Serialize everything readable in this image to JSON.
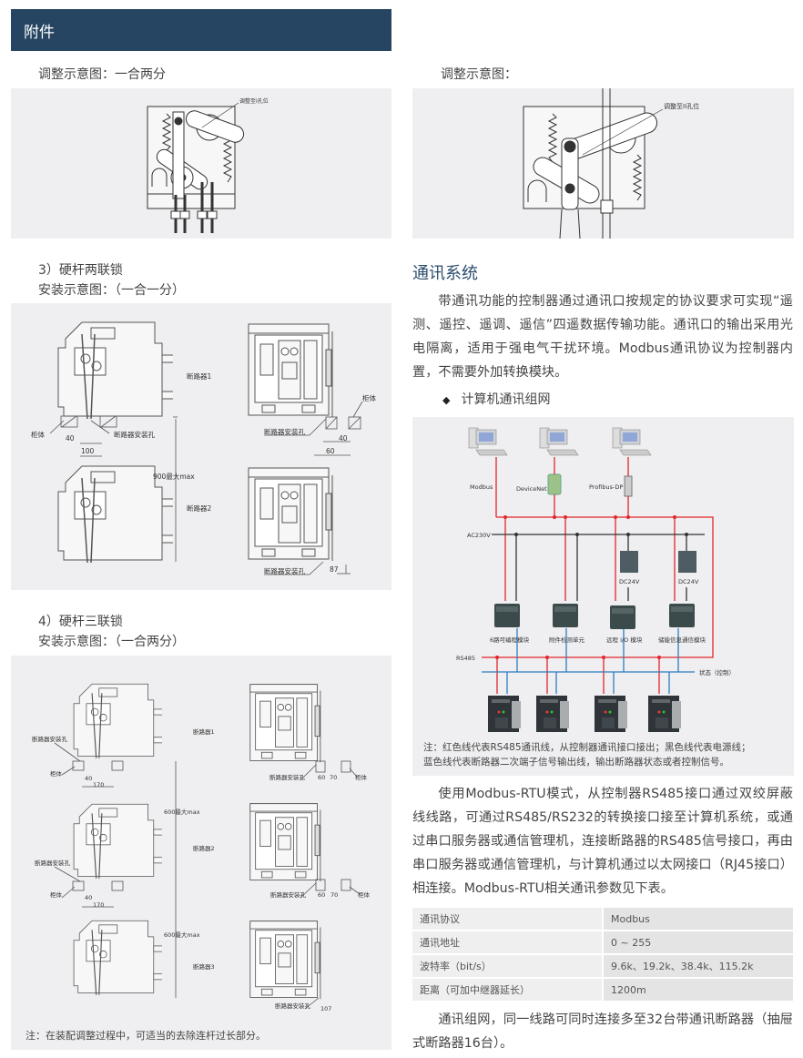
{
  "header": {
    "title": "附件"
  },
  "adjust_left": {
    "caption": "调整示意图：一合两分",
    "label": "调整至I孔位"
  },
  "adjust_right": {
    "caption": "调整示意图：",
    "label": "调整至II孔位"
  },
  "section3": {
    "title": "3）硬杆两联锁",
    "subtitle": "安装示意图：（一合一分）",
    "labels": {
      "breaker1": "断路器1",
      "breaker2": "断路器2",
      "cabinet": "柜体",
      "mount_hole": "断路器安装孔",
      "dim_40": "40",
      "dim_100": "100",
      "dim_900": "900最大max",
      "dim_60": "60",
      "dim_87": "87"
    }
  },
  "section4": {
    "title": "4）硬杆三联锁",
    "subtitle": "安装示意图：（一合两分）",
    "labels": {
      "breaker1": "断路器1",
      "breaker2": "断路器2",
      "breaker3": "断路器3",
      "cabinet": "柜体",
      "mount_hole": "断路器安装孔",
      "dim_40": "40",
      "dim_170": "170",
      "dim_600": "600最大max",
      "dim_60": "60",
      "dim_70": "70",
      "dim_107": "107"
    },
    "note": "注：在装配调整过程中，可适当的去除连杆过长部分。"
  },
  "comm": {
    "title": "通讯系统",
    "intro": "带通讯功能的控制器通过通讯口按规定的协议要求可实现“遥测、遥控、遥调、遥信”四遥数据传输功能。通讯口的输出采用光电隔离，适用于强电气干扰环境。Modbus通讯协议为控制器内置，不需要外加转换模块。",
    "bullet": "计算机通讯组网",
    "network": {
      "protocols": [
        "Modbus",
        "DeviceNet",
        "Profibus-DP"
      ],
      "ac_label": "AC230V",
      "dc_label": "DC24V",
      "modules": [
        "6路可编程模块",
        "附件检测单元",
        "远程 I/O 模块",
        "储能信息通信模块"
      ],
      "rs485_label": "RS485",
      "status_label": "状态（控制）",
      "colors": {
        "rs485": "#e0262b",
        "power": "#333333",
        "signal": "#2f7cc0"
      },
      "note_line1": "注：红色线代表RS485通讯线，从控制器通讯接口接出；黑色线代表电源线；",
      "note_line2": "蓝色线代表断路器二次端子信号输出线，输出断路器状态或者控制信号。"
    },
    "rtu_text": "使用Modbus-RTU模式，从控制器RS485接口通过双绞屏蔽线线路，可通过RS485/RS232的转换接口接至计算机系统，或通过串口服务器或通信管理机，连接断路器的RS485信号接口，再由串口服务器或通信管理机，与计算机通过以太网接口（RJ45接口）相连接。Modbus-RTU相关通讯参数见下表。",
    "table": [
      {
        "key": "通讯协议",
        "value": "Modbus"
      },
      {
        "key": "通讯地址",
        "value": "0 ~ 255"
      },
      {
        "key": "波特率（bit/s）",
        "value": "9.6k、19.2k、38.4k、115.2k"
      },
      {
        "key": "距离（可加中继器延长）",
        "value": "1200m"
      }
    ],
    "closing": "通讯组网，同一线路可同时连接多至32台带通讯断路器（抽屉式断路器16台）。"
  }
}
